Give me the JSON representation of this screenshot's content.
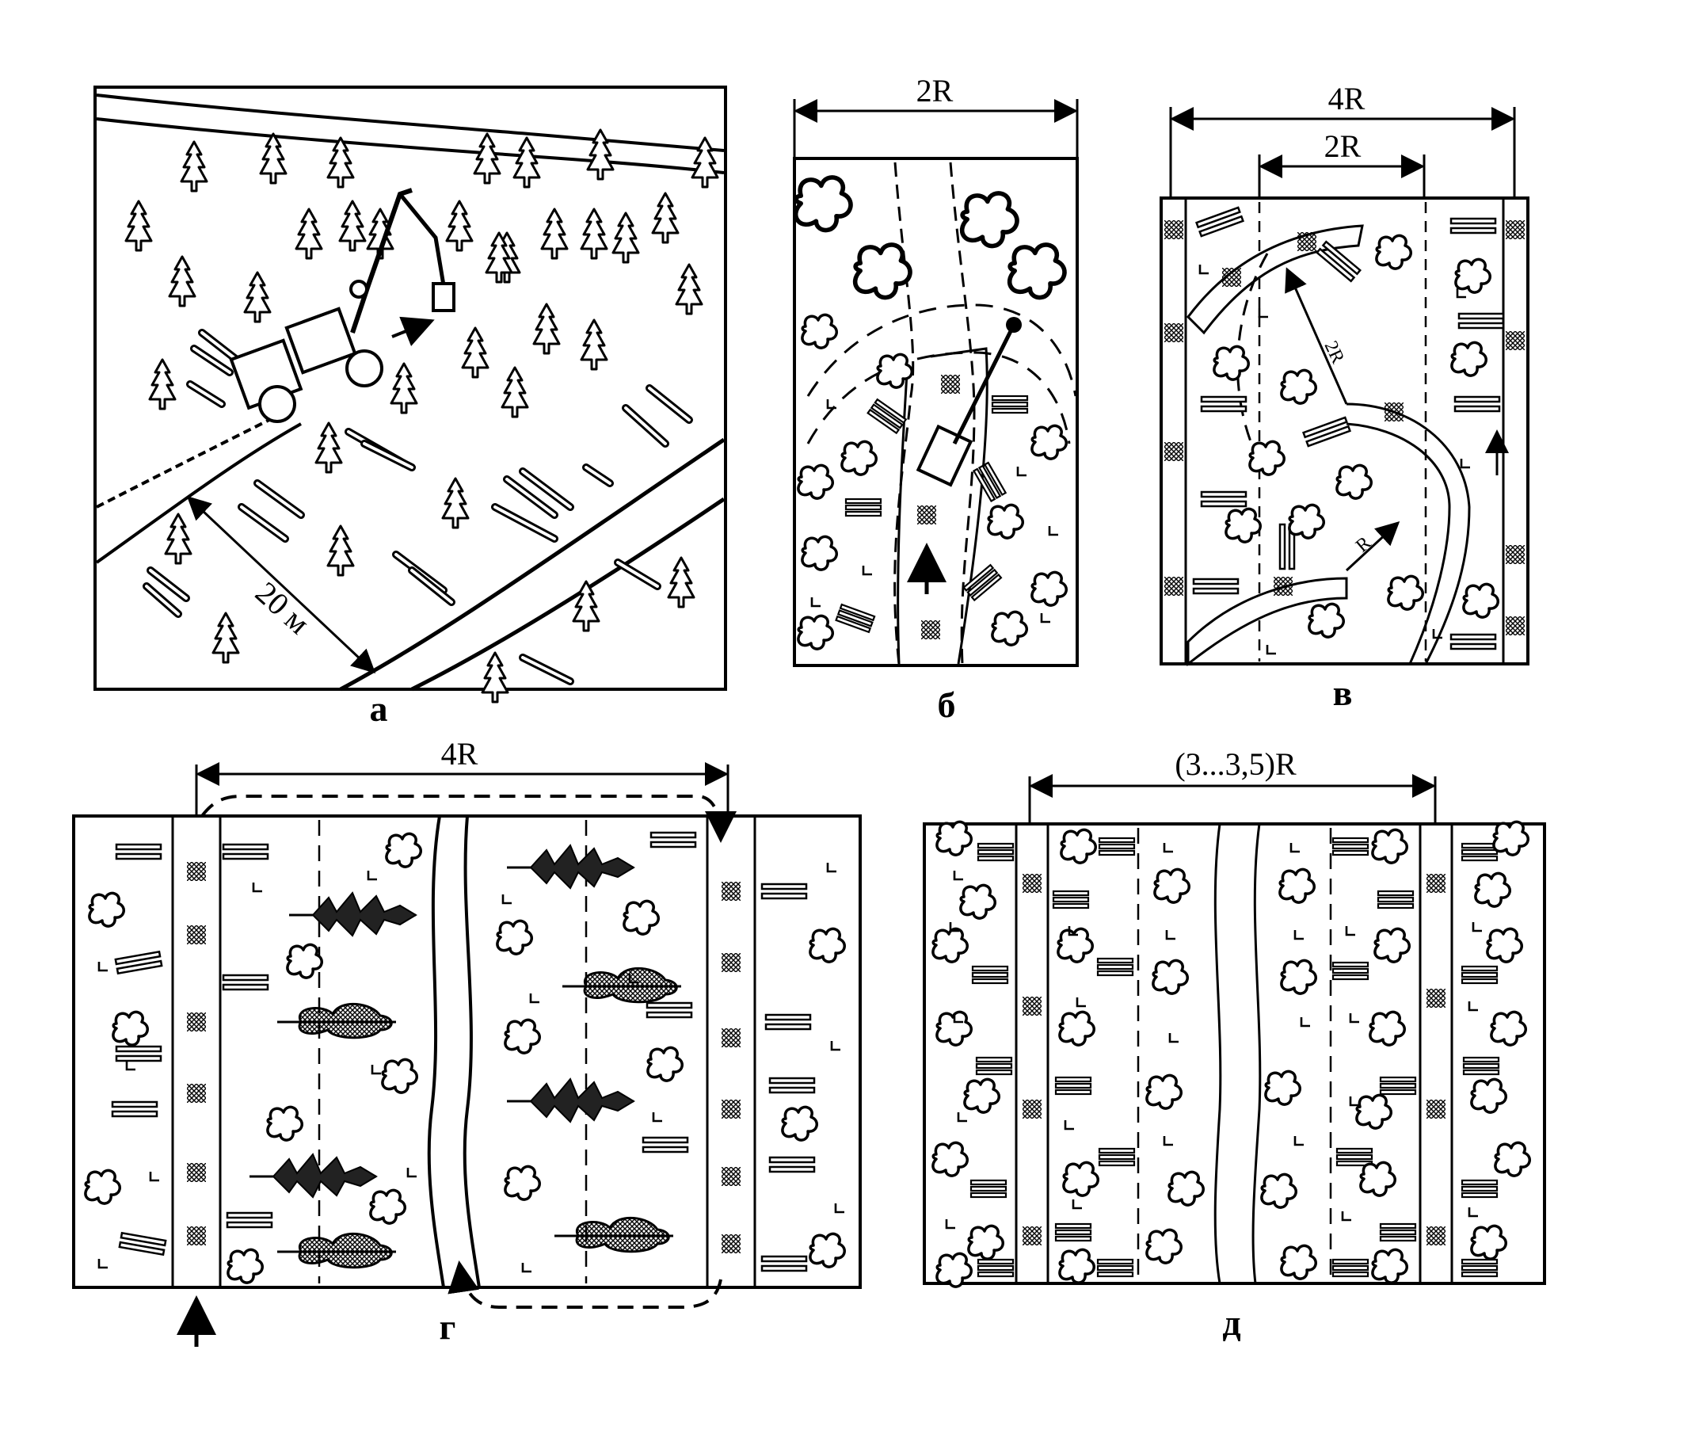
{
  "figure": {
    "panels": [
      {
        "id": "a",
        "label": "а",
        "distance_label": "20 м"
      },
      {
        "id": "b",
        "label": "б",
        "width_label": "2R"
      },
      {
        "id": "v",
        "label": "в",
        "outer_width_label": "4R",
        "inner_width_label": "2R",
        "radius_label": "2R",
        "small_radius_label": "R"
      },
      {
        "id": "g",
        "label": "г",
        "width_label": "4R"
      },
      {
        "id": "d",
        "label": "д",
        "width_label": "(3...3,5)R"
      }
    ]
  },
  "colors": {
    "ink": "#000000",
    "paper": "#ffffff",
    "tone": "#d9d9d9"
  }
}
